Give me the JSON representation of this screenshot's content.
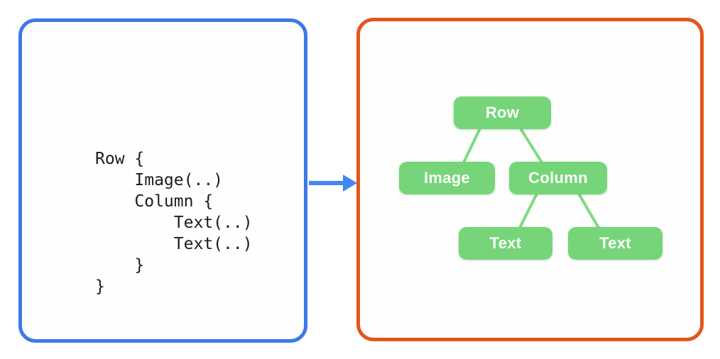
{
  "code_panel": {
    "lines": [
      "Row {",
      "    Image(..)",
      "    Column {",
      "        Text(..)",
      "        Text(..)",
      "    }",
      "}"
    ]
  },
  "tree_panel": {
    "root": {
      "label": "Row",
      "children": [
        {
          "label": "Image",
          "children": []
        },
        {
          "label": "Column",
          "children": [
            {
              "label": "Text"
            },
            {
              "label": "Text"
            }
          ]
        }
      ]
    }
  },
  "icons": {
    "arrow": "right-arrow"
  },
  "colors": {
    "code_panel_border": "#3B7AE8",
    "tree_panel_border": "#E2571D",
    "arrow_blue": "#4285F4",
    "node_green": "#76D578",
    "connector_green": "#7EDA82",
    "node_text": "#FBFFFB",
    "code_text": "#1C1C1C",
    "background": "#FFFFFF"
  }
}
